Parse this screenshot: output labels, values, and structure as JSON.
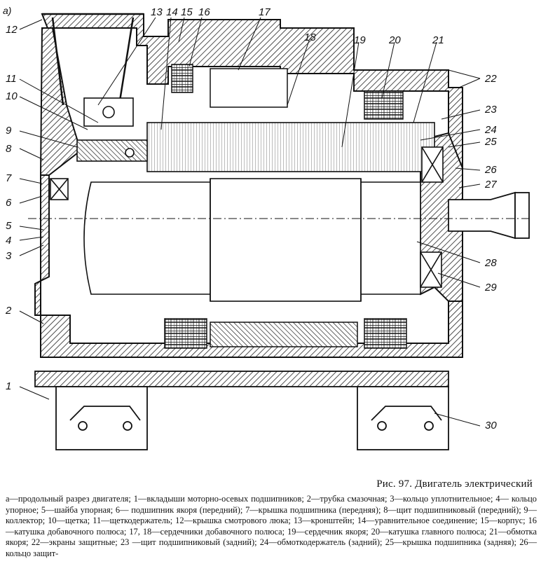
{
  "figure": {
    "sub_label": "а)",
    "callouts": [
      "1",
      "2",
      "3",
      "4",
      "5",
      "6",
      "7",
      "8",
      "9",
      "10",
      "11",
      "12",
      "13",
      "14",
      "15",
      "16",
      "17",
      "18",
      "19",
      "20",
      "21",
      "22",
      "23",
      "24",
      "25",
      "26",
      "27",
      "28",
      "29",
      "30"
    ]
  },
  "caption": {
    "title": "Рис. 97. Двигатель электрический",
    "legend": "а—продольный разрез двигателя; 1—вкладыши моторно-осевых подшипников; 2—трубка смазочная; 3—кольцо уплотнительное; 4— кольцо упорное; 5—шайба упорная; 6— подшипник якоря (передний); 7—крышка подшипника (передняя); 8—щит подшипниковый (передний); 9—коллектор; 10—щетка; 11—щеткодержатель; 12—крышка смотрового люка; 13—кронштейн; 14—уравнительное соединение; 15—корпус; 16—катушка добавочного полюса; 17, 18—сердечники добавочного полюса; 19—сердечник якоря; 20—катушка главного полюса; 21—обмотка якоря; 22—экраны защитные; 23 —щит подшипниковый (задний); 24—обмоткодержатель (задний); 25—крышка подшипника (задняя); 26—кольцо защит-"
  }
}
